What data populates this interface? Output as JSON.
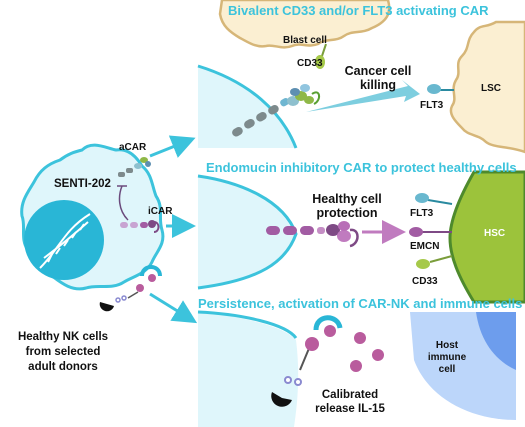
{
  "panels": {
    "top_title": "Bivalent CD33 and/or FLT3 activating CAR",
    "middle_title": "Endomucin inhibitory CAR to protect healthy cells",
    "bottom_title": "Persistence, activation of CAR-NK and immune cells"
  },
  "nk_cell": {
    "name": "SENTI-202",
    "acar_label": "aCAR",
    "icar_label": "iCAR",
    "caption_line1": "Healthy NK cells",
    "caption_line2": "from selected",
    "caption_line3": "adult donors"
  },
  "top_panel": {
    "blast_cell": "Blast cell",
    "cd33": "CD33",
    "killing_line1": "Cancer cell",
    "killing_line2": "killing",
    "flt3": "FLT3",
    "lsc": "LSC"
  },
  "middle_panel": {
    "protection_line1": "Healthy cell",
    "protection_line2": "protection",
    "flt3": "FLT3",
    "emcn": "EMCN",
    "cd33": "CD33",
    "hsc": "HSC"
  },
  "bottom_panel": {
    "host_line1": "Host",
    "host_line2": "immune",
    "host_line3": "cell",
    "release_line1": "Calibrated",
    "release_line2": "release IL-15"
  },
  "colors": {
    "title": "#3cc3dc",
    "nk_cell": "#dff6fb",
    "nucleus": "#29b6d6",
    "cancer_cell": "#fbefd2",
    "cancer_border": "#d6b678",
    "hsc_cell": "#9cc33b",
    "hsc_border": "#4e8a2c",
    "host_cell": "#bcd6fa",
    "host_inner": "#6d9ded",
    "icar_purple": "#a25ca3",
    "il15": "#b95c9d"
  }
}
